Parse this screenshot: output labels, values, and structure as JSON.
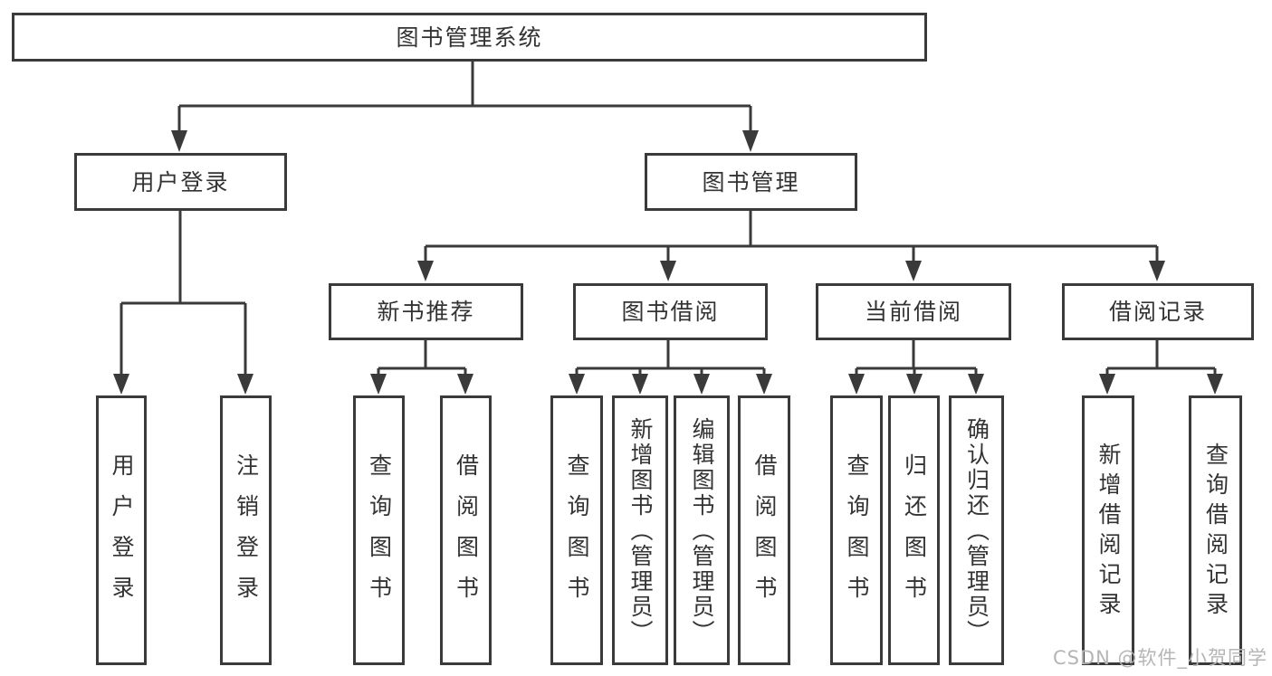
{
  "diagram": {
    "root": {
      "label": "图书管理系统"
    },
    "level1": [
      {
        "label": "用户登录",
        "children": [
          {
            "label": "用户登录"
          },
          {
            "label": "注销登录"
          }
        ]
      },
      {
        "label": "图书管理",
        "children": [
          {
            "label": "新书推荐",
            "children": [
              {
                "label": "查询图书"
              },
              {
                "label": "借阅图书"
              }
            ]
          },
          {
            "label": "图书借阅",
            "children": [
              {
                "label": "查询图书"
              },
              {
                "label": "新增图书（管理员）"
              },
              {
                "label": "编辑图书（管理员）"
              },
              {
                "label": "借阅图书"
              }
            ]
          },
          {
            "label": "当前借阅",
            "children": [
              {
                "label": "查询图书"
              },
              {
                "label": "归还图书"
              },
              {
                "label": "确认归还（管理员）"
              }
            ]
          },
          {
            "label": "借阅记录",
            "children": [
              {
                "label": "新增借阅记录"
              },
              {
                "label": "查询借阅记录"
              }
            ]
          }
        ]
      }
    ]
  },
  "watermark": "CSDN @软件_小贺同学",
  "colors": {
    "line": "#3a3a3a",
    "text": "#333333",
    "background": "#ffffff",
    "watermark": "#b5b5b5"
  }
}
